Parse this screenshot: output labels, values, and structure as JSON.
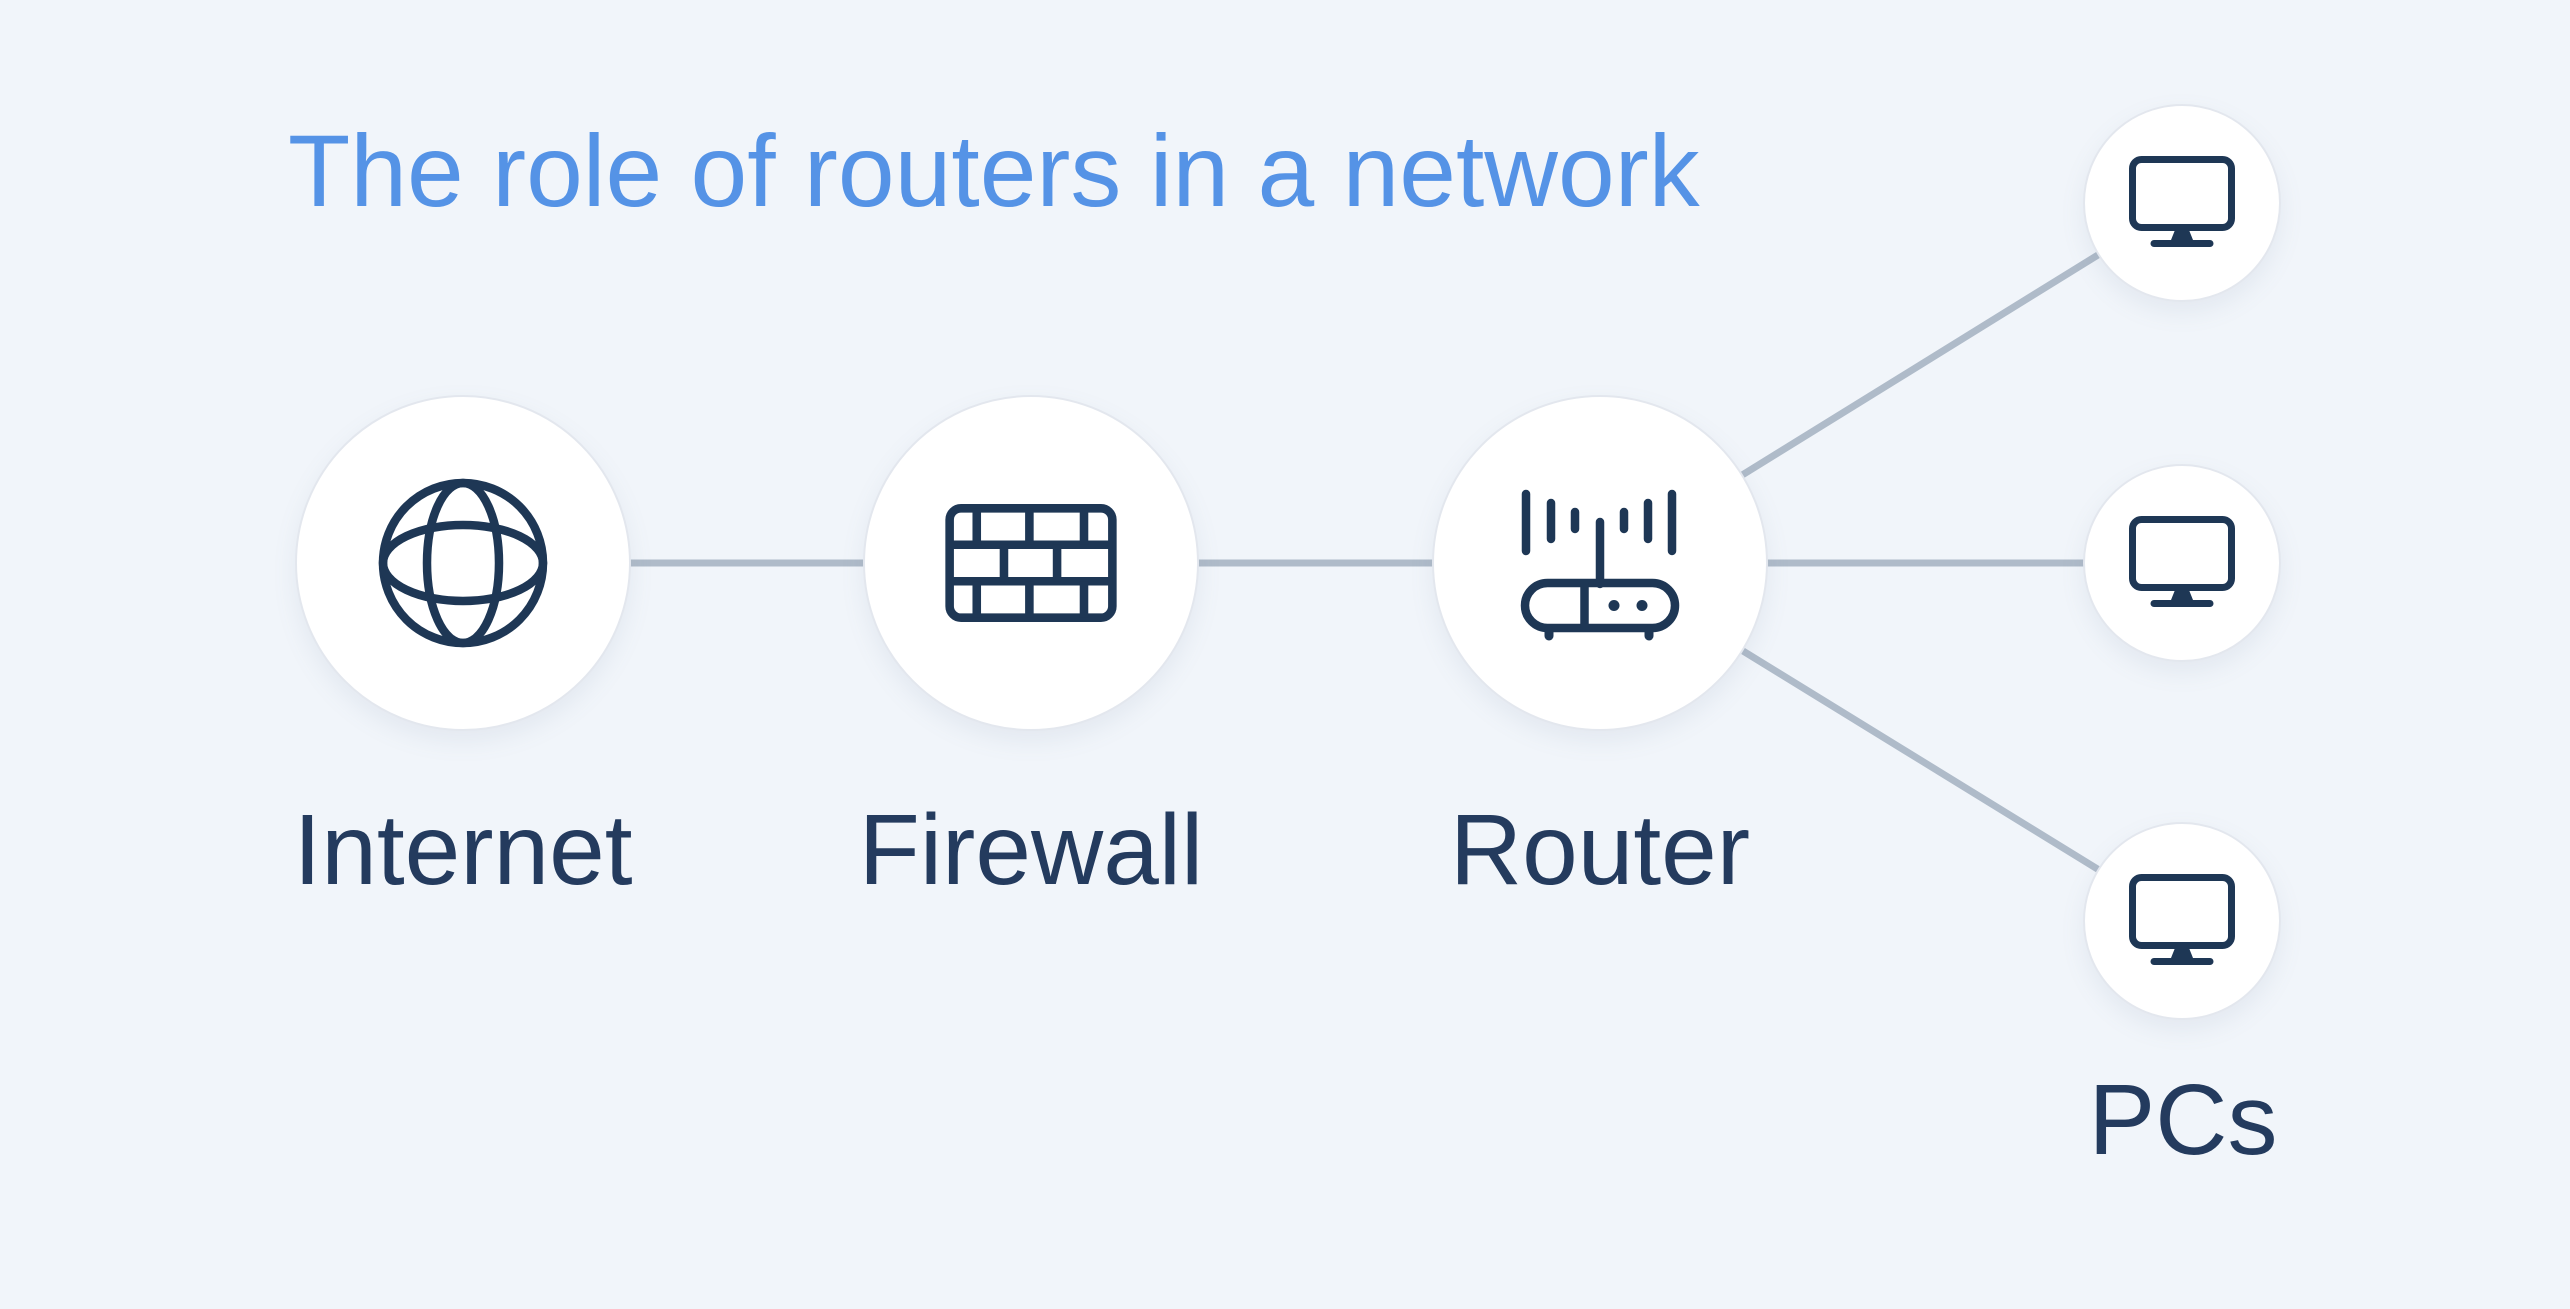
{
  "title": "The role of routers in a network",
  "diagram": {
    "nodes": [
      {
        "id": "internet",
        "label": "Internet",
        "icon": "globe-icon"
      },
      {
        "id": "firewall",
        "label": "Firewall",
        "icon": "brick-wall-icon"
      },
      {
        "id": "router",
        "label": "Router",
        "icon": "wifi-router-icon"
      },
      {
        "id": "pcs",
        "label": "PCs",
        "icon": "desktop-monitor-icon",
        "count": 3
      }
    ],
    "connections": [
      {
        "from": "internet",
        "to": "firewall"
      },
      {
        "from": "firewall",
        "to": "router"
      },
      {
        "from": "router",
        "to": "pc-top"
      },
      {
        "from": "router",
        "to": "pc-middle"
      },
      {
        "from": "router",
        "to": "pc-bottom"
      }
    ]
  },
  "colors": {
    "background": "#f1f5fa",
    "title_text": "#5593e6",
    "label_text": "#243b5e",
    "icon_stroke": "#1e3755",
    "connector_line": "#afbbc9",
    "node_fill": "#ffffff",
    "node_border": "#e3e7ee"
  }
}
